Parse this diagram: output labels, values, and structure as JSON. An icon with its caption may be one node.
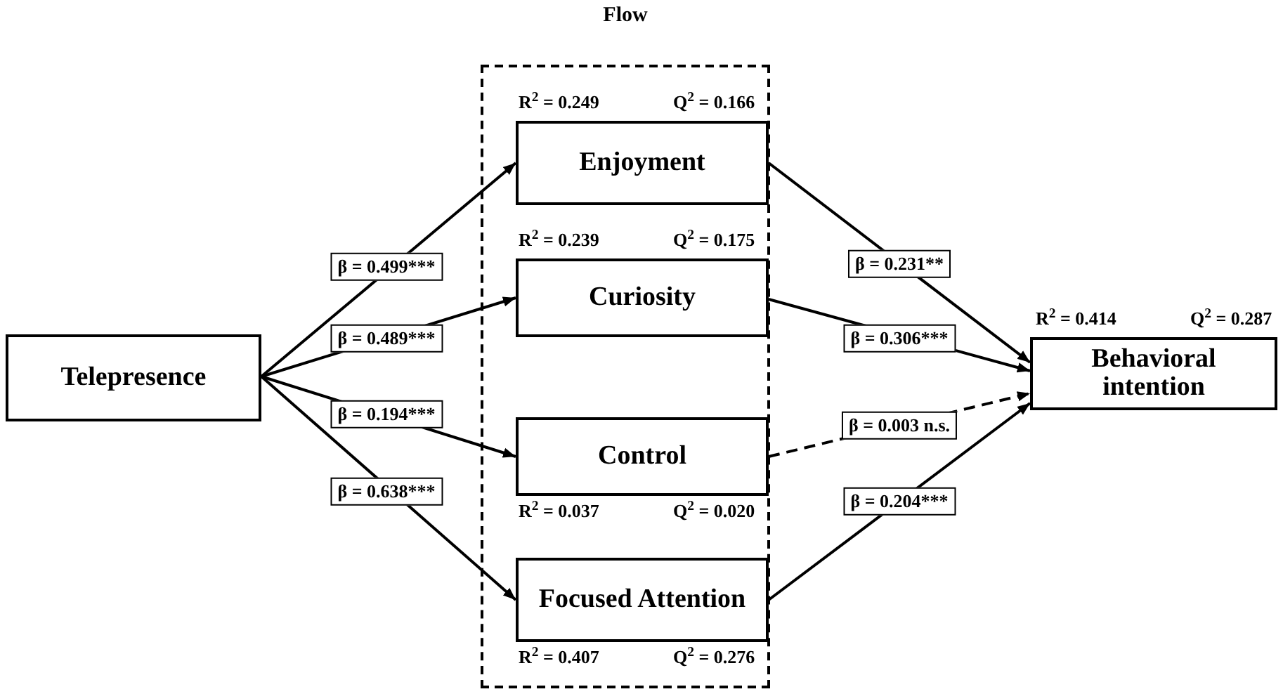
{
  "diagram": {
    "nodes": [
      {
        "text": [
          "Telepresence"
        ]
      },
      {
        "text": [
          "Flow"
        ]
      },
      {
        "text": [
          "Enjoyment"
        ],
        "in": 1,
        "beside": [
          "R$^{2}$ = 0.249",
          "Q$^{2}$ = 0.166"
        ]
      },
      {
        "text": [
          "Curiosity"
        ],
        "in": 1,
        "beside": [
          "R$^{2}$ = 0.239",
          "Q$^{2}$ = 0.175"
        ]
      },
      {
        "text": [
          "Control"
        ],
        "in": 1,
        "beside": [
          "R$^{2}$ = 0.037",
          "Q$^{2}$ = 0.020"
        ]
      },
      {
        "text": [
          "Focused Attention"
        ],
        "in": 1,
        "beside": [
          "R$^{2}$ = 0.407",
          "Q$^{2}$ = 0.276"
        ]
      },
      {
        "text": [
          "Behavioral intention"
        ],
        "beside": [
          "R$^{2}$ = 0.414",
          "Q$^{2}$ = 0.287"
        ]
      }
    ],
    "edges": [
      {
        "from": 0,
        "to": 2,
        "arrow": "to",
        "label": "β = 0.499***"
      },
      {
        "from": 0,
        "to": 3,
        "arrow": "to",
        "label": "β = 0.489***"
      },
      {
        "from": 0,
        "to": 4,
        "arrow": "to",
        "label": "β = 0.194***"
      },
      {
        "from": 0,
        "to": 5,
        "arrow": "to",
        "label": "β = 0.638***"
      },
      {
        "from": 2,
        "to": 6,
        "arrow": "to",
        "label": "β = 0.231**"
      },
      {
        "from": 3,
        "to": 6,
        "arrow": "to",
        "label": "β = 0.306***"
      },
      {
        "from": 4,
        "to": 6,
        "arrow": "to",
        "label": "β = 0.003 n.s.",
        "style": "dashed"
      },
      {
        "from": 5,
        "to": 6,
        "arrow": "to",
        "label": "β = 0.204***"
      }
    ]
  }
}
